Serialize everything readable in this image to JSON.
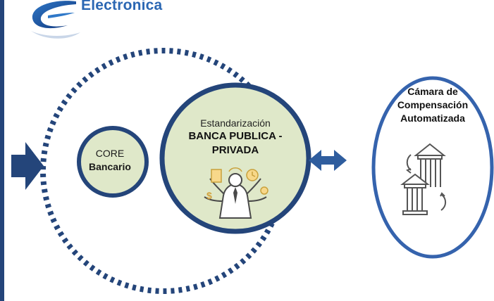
{
  "logo": {
    "text": "Electronica",
    "icon": "swoosh-e-logo-icon"
  },
  "diagram": {
    "core": {
      "line1": "CORE",
      "line2": "Bancario"
    },
    "standardization": {
      "line1": "Estandarización",
      "line2": "BANCA PUBLICA -",
      "line3": "PRIVADA",
      "icon": "business-person-multitask-icon"
    },
    "clearing_house": {
      "line1": "Cámara de",
      "line2": "Compensación",
      "line3": "Automatizada",
      "icon": "bank-exchange-icon"
    },
    "arrows": {
      "input_icon": "right-arrow-icon",
      "exchange_icon": "double-arrow-icon"
    },
    "colors": {
      "navy": "#24457a",
      "light_green": "#dfe8c9",
      "ring_blue": "#3563ad",
      "arrow_blue": "#2f5d9e"
    }
  }
}
